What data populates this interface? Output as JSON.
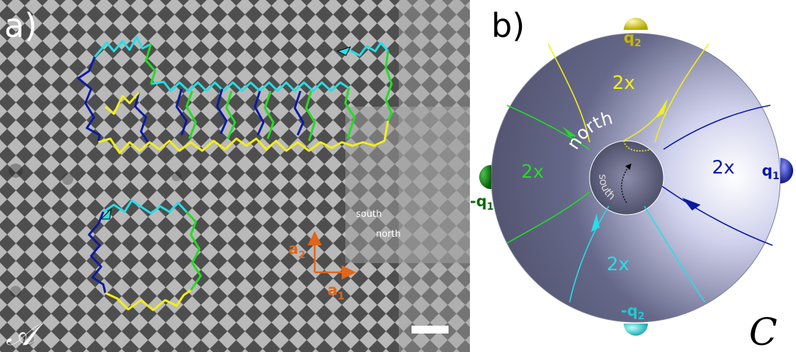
{
  "panel_a": {
    "label": "a)",
    "south": "south",
    "north": "north",
    "vec_a2": "a",
    "vec_a2_sub": "2",
    "vec_a1": "a",
    "vec_a1_sub": "1",
    "manifold_symbol": "𝒜"
  },
  "panel_b": {
    "label": "b)",
    "north": "north",
    "south": "south",
    "sectors": [
      "2x",
      "2x",
      "2x",
      "2x"
    ],
    "q1": "q",
    "q1_sub": "1",
    "q2": "q",
    "q2_sub": "2",
    "mq1": "-q",
    "mq1_sub": "1",
    "mq2": "-q",
    "mq2_sub": "2",
    "space_symbol": "C"
  },
  "colors": {
    "blue": "#0a1aa0",
    "cyan": "#22e0e8",
    "green": "#22dd22",
    "yellow": "#f2ef1a",
    "orange": "#e0661a"
  }
}
